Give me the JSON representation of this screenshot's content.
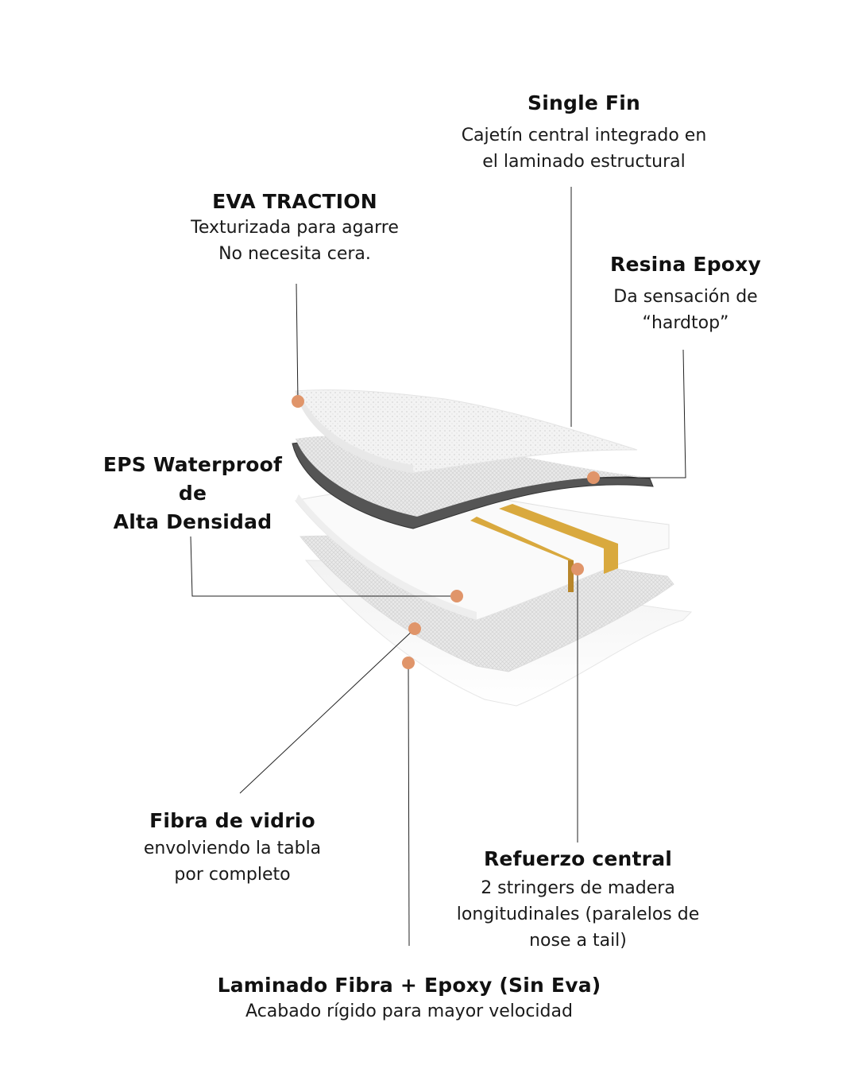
{
  "single_fin": {
    "title": "Single Fin",
    "desc_line1": "Cajetín central integrado en",
    "desc_line2": "el laminado estructural"
  },
  "eva_traction": {
    "title": "EVA TRACTION",
    "desc_line1": "Texturizada para agarre",
    "desc_line2": "No necesita cera."
  },
  "resina_epoxy": {
    "title": "Resina Epoxy",
    "desc_line1": "Da sensación de",
    "desc_line2": "“hardtop”"
  },
  "eps": {
    "title_line1": "EPS Waterproof",
    "title_line2": "de",
    "title_line3": "Alta Densidad"
  },
  "fibra_vidrio": {
    "title": "Fibra de vidrio",
    "desc_line1": "envolviendo la tabla",
    "desc_line2": "por completo"
  },
  "refuerzo": {
    "title": "Refuerzo central",
    "desc_line1": "2 stringers de madera",
    "desc_line2": "longitudinales (paralelos de",
    "desc_line3": "nose a tail)"
  },
  "laminado": {
    "title": "Laminado Fibra + Epoxy (Sin Eva)",
    "desc_line1": "Acabado rígido para mayor velocidad"
  },
  "colors": {
    "marker": "#e0956a",
    "leader": "#222222",
    "stringer": "#d9a93e"
  }
}
